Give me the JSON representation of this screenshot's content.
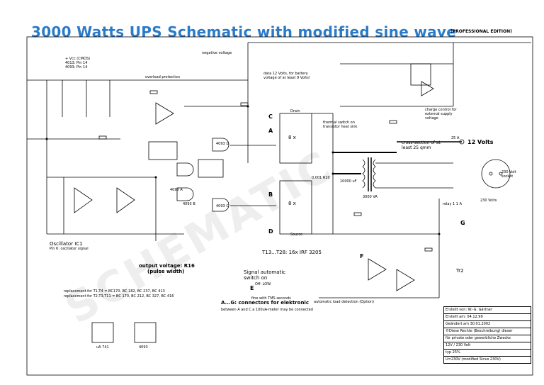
{
  "title": "3000 Watts UPS Schematic with modified sine wave",
  "subtitle": "(PROFESSIONAL EDITION)",
  "labels": {
    "vcc": "+ Vcc (CMOS)",
    "ic_pins_a": "4013: Pin 14",
    "ic_pins_b": "4093: Pin 14",
    "overload": "overload protection",
    "neg_voltage": "negative voltage",
    "batt_note": "data 12 Volts, for battery voltage of at least 9 Volts!",
    "oscillator": "Oscillator IC1",
    "pin6": "Pin 6: oscillator signal",
    "output_voltage": "output voltage: R16",
    "pulse_width": "(pulse width)",
    "cross_section": "cross-section of at least 25 qmm",
    "twelve_volts": "12 Volts",
    "thermal_switch": "thermal switch on transistor heat sink",
    "twenty_five_a": "25 A",
    "transformer": "3000 VA",
    "mosfets": "T13...T28: 16x IRF 3205",
    "signal_auto": "Signal automatic switch on",
    "conn_title": "A...G: connectors for elektronic",
    "conn_sub": "between A and C a 100uA-meter may be connected",
    "charge_note": "charge control for external supply voltage",
    "mains": "230 Volts",
    "drain": "Drain",
    "source": "Source",
    "elko": "10000 uF",
    "r20": "0,001 R20",
    "replace": "replacement for T1,T4 = BC170, BC 182, BC 237, BC 413",
    "replace2": "replacement for T2,T3,T11 = BC 170, BC 212, BC 327, BC 416",
    "ua741": "uA 741",
    "c4093": "4093",
    "ic_a": "4093 A",
    "ic_b": "4093 B",
    "ic_d": "4093 D",
    "ic_c": "4093 C",
    "automatic_note": "automatic load detection (Option)",
    "tr2": "Tr2",
    "g": "G",
    "f": "F",
    "e": "E",
    "b": "B",
    "c": "C",
    "d": "D",
    "a": "A",
    "off": "Off: LOW",
    "fine": "fine with TMS seconds",
    "x8a": "8 x",
    "x8b": "8 x",
    "socket": "230 Volt socket",
    "relay": "relay 1 1 A"
  },
  "info_table": [
    "Erstellt von: W.-G. Gärtner",
    "Erstellt am: 04.12.99",
    "Geändert am 30.01.2002",
    "©Diese Rechte (Beschreibung) dieser",
    "für private oder gewerbliche Zwecke",
    "12V / 230 Volt",
    "typ 25%",
    "U=230V (modified Sinus 230V)"
  ],
  "colors": {
    "title": "#2a7bc8",
    "line": "#000000"
  }
}
